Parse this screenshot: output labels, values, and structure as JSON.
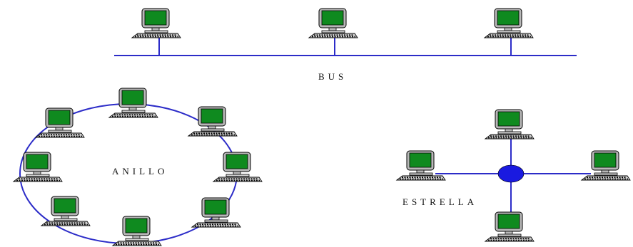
{
  "colors": {
    "link": "#2c2cc8",
    "hub": "#1a1ae0",
    "screen": "#0f8a1f",
    "case": "#b8b8b8",
    "outline": "#000000"
  },
  "topologies": {
    "bus": {
      "label": "BUS",
      "computer_count": 3
    },
    "ring": {
      "label": "ANILLO",
      "computer_count": 8
    },
    "star": {
      "label": "ESTRELLA",
      "computer_count": 4
    }
  },
  "icons": {
    "node": "computer-icon",
    "hub": "hub-node"
  }
}
